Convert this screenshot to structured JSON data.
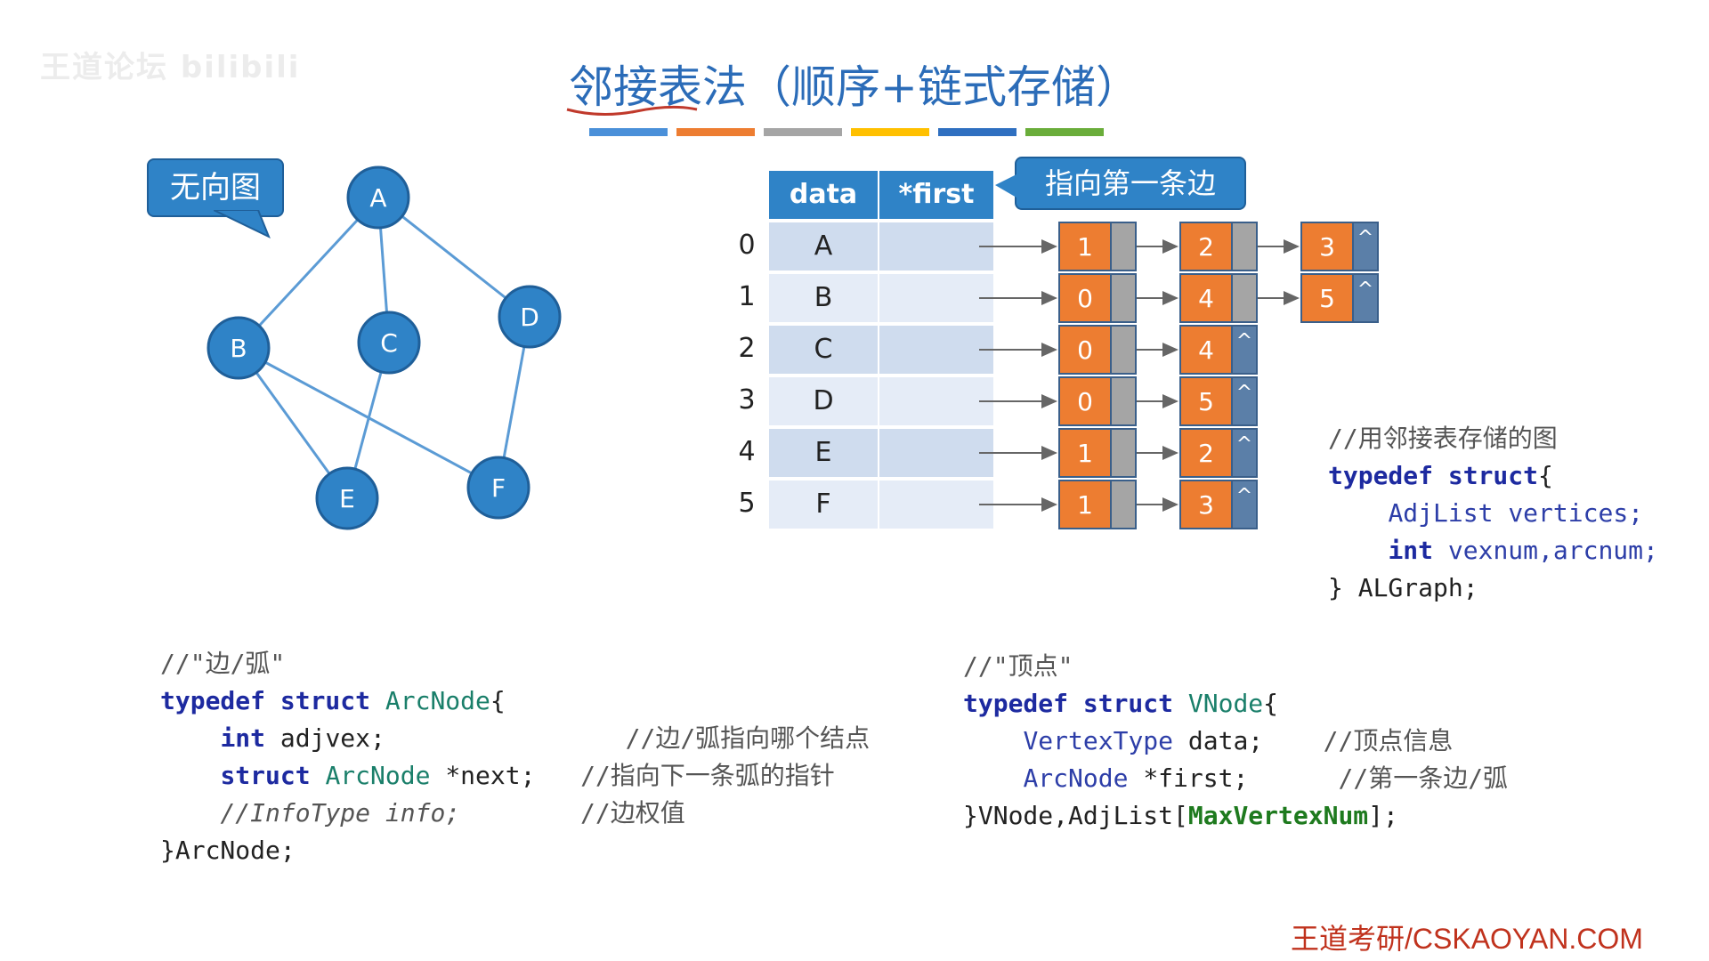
{
  "watermark": "王道论坛 bilibili",
  "title": "邻接表法（顺序+链式存储）",
  "color_bars": [
    "#4a90d9",
    "#ed7d31",
    "#a5a5a5",
    "#ffc000",
    "#2f6fc0",
    "#6aad3a"
  ],
  "callout_graph": "无向图",
  "callout_first": "指向第一条边",
  "graph": {
    "vertices": [
      "A",
      "B",
      "C",
      "D",
      "E",
      "F"
    ],
    "edges": [
      [
        "A",
        "B"
      ],
      [
        "A",
        "C"
      ],
      [
        "A",
        "D"
      ],
      [
        "B",
        "E"
      ],
      [
        "B",
        "F"
      ],
      [
        "C",
        "E"
      ],
      [
        "D",
        "F"
      ]
    ]
  },
  "table": {
    "headers": [
      "data",
      "*first"
    ],
    "rows": [
      {
        "index": "0",
        "data": "A",
        "list": [
          "1",
          "2",
          "3"
        ]
      },
      {
        "index": "1",
        "data": "B",
        "list": [
          "0",
          "4",
          "5"
        ]
      },
      {
        "index": "2",
        "data": "C",
        "list": [
          "0",
          "4"
        ]
      },
      {
        "index": "3",
        "data": "D",
        "list": [
          "0",
          "5"
        ]
      },
      {
        "index": "4",
        "data": "E",
        "list": [
          "1",
          "2"
        ]
      },
      {
        "index": "5",
        "data": "F",
        "list": [
          "1",
          "3"
        ]
      }
    ],
    "null_symbol": "^"
  },
  "code_graph": {
    "comment": "//用邻接表存储的图",
    "typedef": "typedef struct",
    "brace": "{",
    "field1_type": "AdjList",
    "field1_name": "vertices;",
    "field2_type": "int",
    "field2_name": "vexnum,arcnum;",
    "end": "} ALGraph;"
  },
  "code_arc": {
    "comment": "//\"边/弧\"",
    "typedef": "typedef struct",
    "name": "ArcNode",
    "brace": "{",
    "field1_type": "int",
    "field1_name": "adjvex;",
    "field1_comment": "//边/弧指向哪个结点",
    "field2_type": "struct",
    "field2_type2": "ArcNode",
    "field2_name": "*next;",
    "field2_comment": "//指向下一条弧的指针",
    "field3": "//InfoType info;",
    "field3_comment": "//边权值",
    "end": "}ArcNode;"
  },
  "code_vnode": {
    "comment": "//\"顶点\"",
    "typedef": "typedef struct",
    "name": "VNode",
    "brace": "{",
    "field1_type": "VertexType",
    "field1_name": "data;",
    "field1_comment": "//顶点信息",
    "field2_type": "ArcNode",
    "field2_name": "*first;",
    "field2_comment": "//第一条边/弧",
    "end_a": "}VNode,AdjList[",
    "end_b": "MaxVertexNum",
    "end_c": "];"
  },
  "credit": "王道考研/CSKAOYAN.COM"
}
